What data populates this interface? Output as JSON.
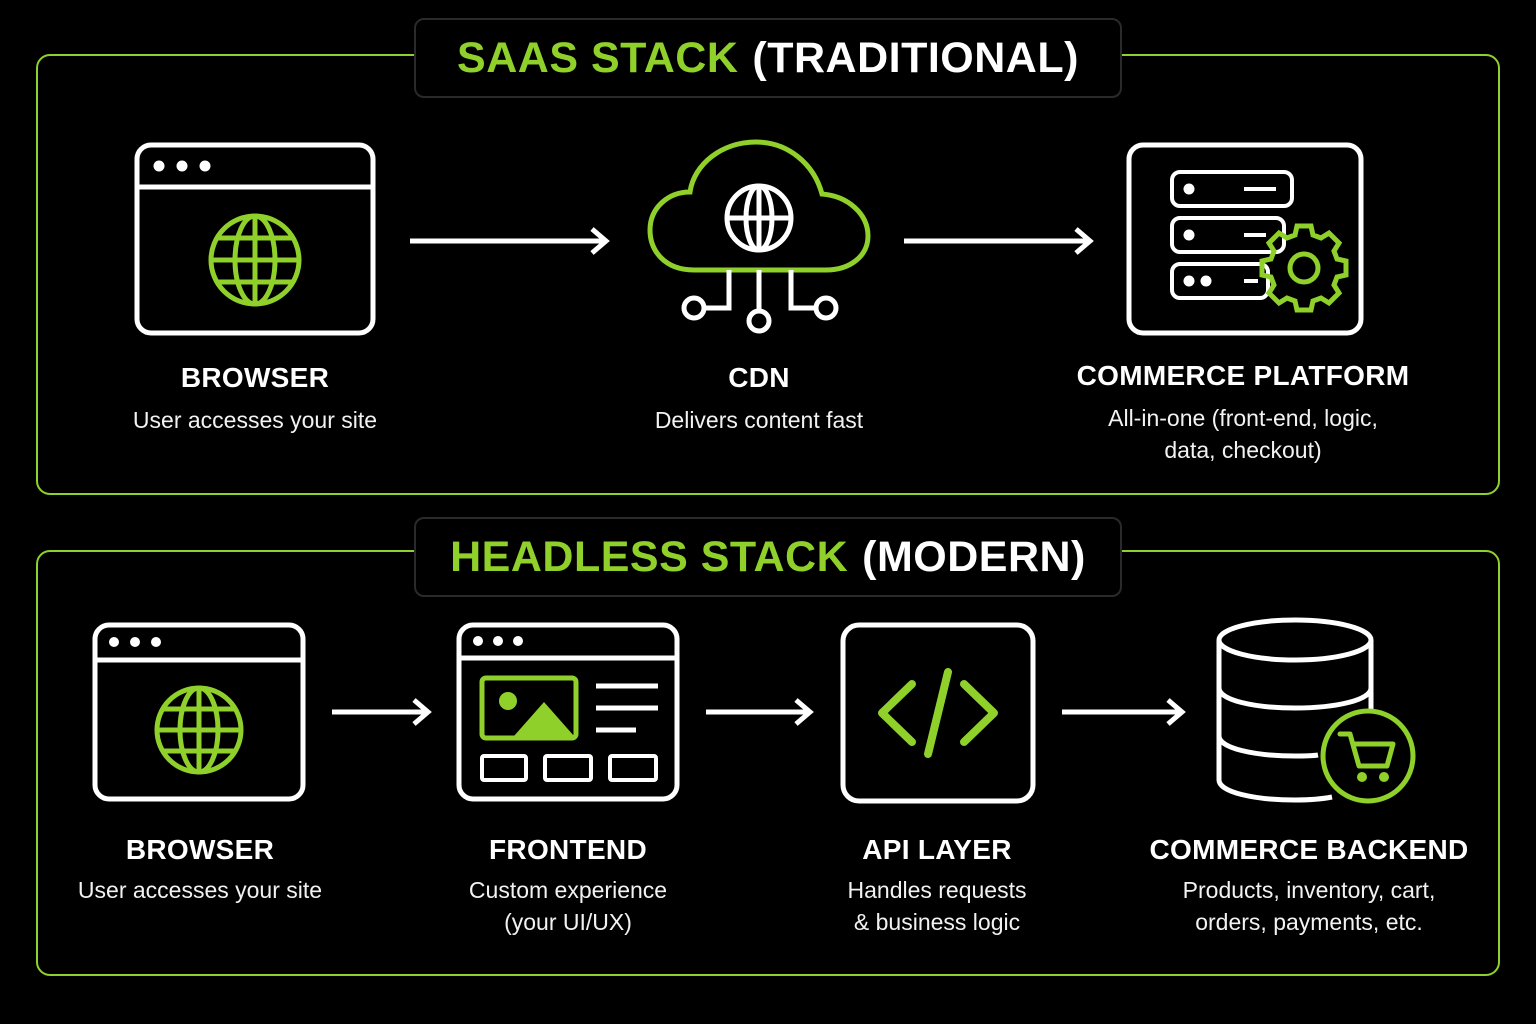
{
  "colors": {
    "accent": "#8fd12a",
    "background": "#000000",
    "foreground": "#ffffff"
  },
  "saas": {
    "title_accent": "SAAS STACK",
    "title_rest": "(TRADITIONAL)",
    "nodes": [
      {
        "icon": "browser-globe-icon",
        "name": "BROWSER",
        "desc": [
          "User accesses your site"
        ]
      },
      {
        "icon": "cloud-globe-icon",
        "name": "CDN",
        "desc": [
          "Delivers content fast"
        ]
      },
      {
        "icon": "server-gear-icon",
        "name": "COMMERCE PLATFORM",
        "desc": [
          "All-in-one (front-end, logic,",
          "data, checkout)"
        ]
      }
    ]
  },
  "headless": {
    "title_accent": "HEADLESS STACK",
    "title_rest": "(MODERN)",
    "nodes": [
      {
        "icon": "browser-globe-icon",
        "name": "BROWSER",
        "desc": [
          "User accesses your site"
        ]
      },
      {
        "icon": "frontend-layout-icon",
        "name": "FRONTEND",
        "desc": [
          "Custom experience",
          "(your UI/UX)"
        ]
      },
      {
        "icon": "code-icon",
        "name": "API LAYER",
        "desc": [
          "Handles requests",
          "& business logic"
        ]
      },
      {
        "icon": "database-cart-icon",
        "name": "COMMERCE BACKEND",
        "desc": [
          "Products, inventory, cart,",
          "orders, payments, etc."
        ]
      }
    ]
  }
}
